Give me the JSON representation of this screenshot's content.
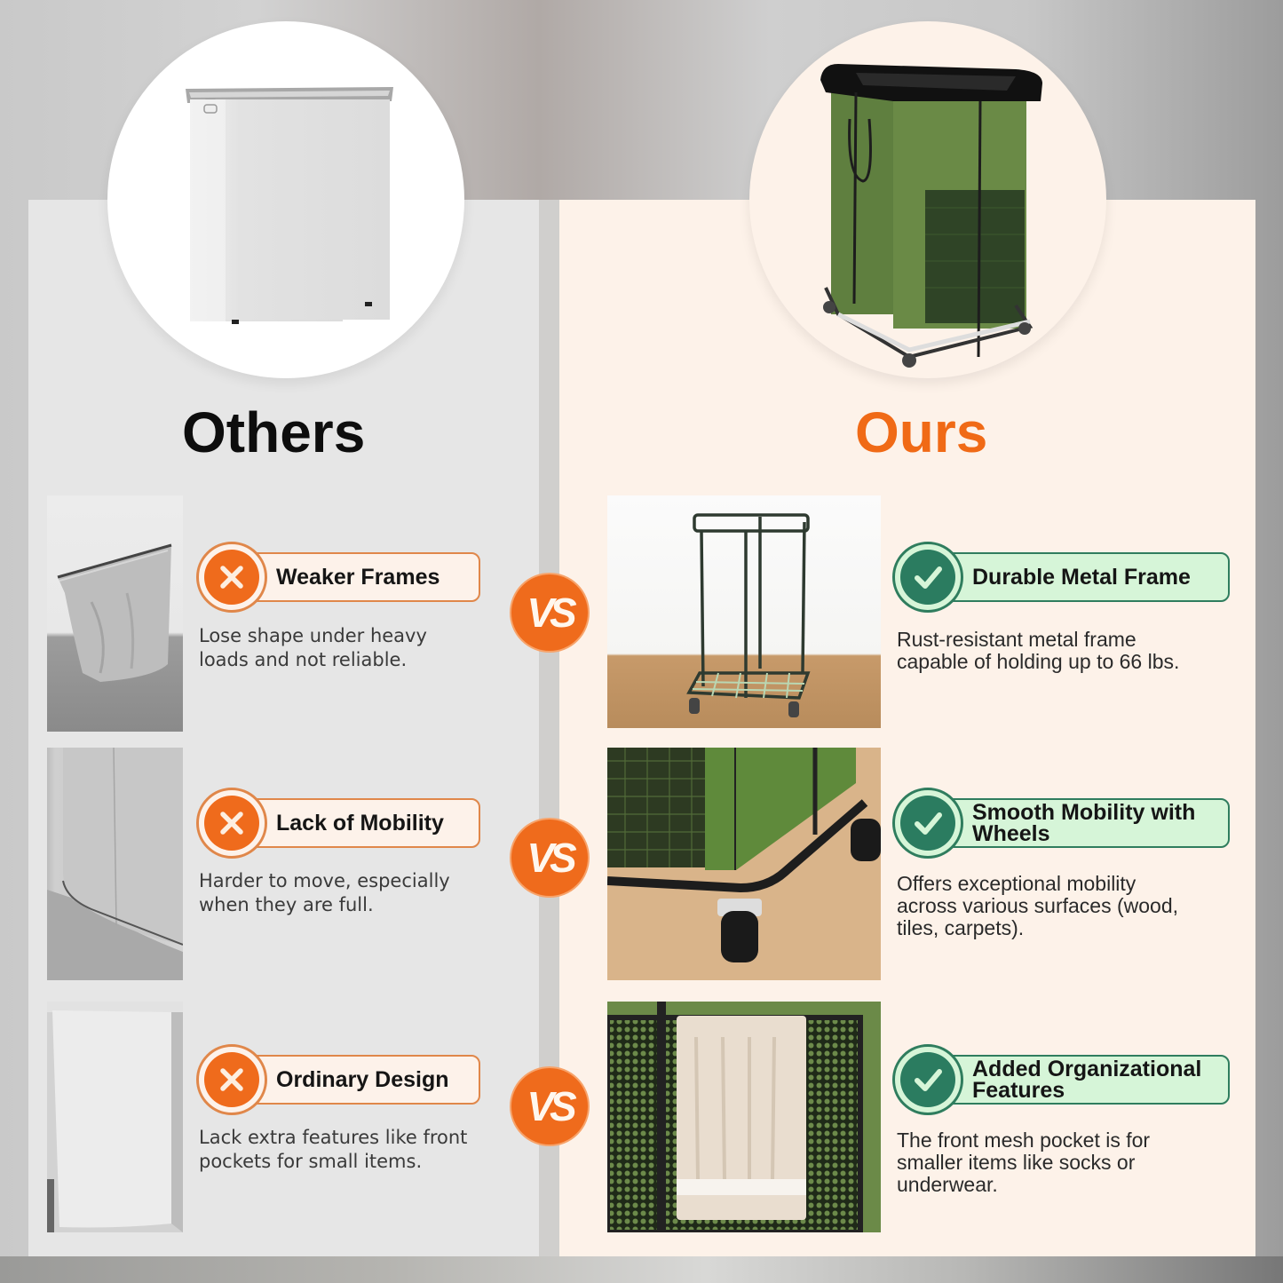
{
  "comparison": {
    "left": {
      "heading": "Others",
      "hero_image": "white-rectangular-hamper",
      "rows": [
        {
          "image": "collapsed-fabric-hamper-photo",
          "badge_icon": "x-icon",
          "title": "Weaker Frames",
          "description": "Lose shape under heavy loads and not reliable.",
          "desc_lines": [
            "Lose shape under heavy",
            "loads and not reliable."
          ]
        },
        {
          "image": "fabric-hamper-corner-photo",
          "badge_icon": "x-icon",
          "title": "Lack of Mobility",
          "description": "Harder to move, especially when they are full.",
          "desc_lines": [
            "Harder to move, especially",
            "when they are full."
          ]
        },
        {
          "image": "plain-white-hamper-photo",
          "badge_icon": "x-icon",
          "title": "Ordinary Design",
          "description": "Lack extra features like front pockets for small items.",
          "desc_lines": [
            "Lack extra features like front",
            "pockets for small items."
          ]
        }
      ]
    },
    "right": {
      "heading": "Ours",
      "hero_image": "green-hamper-on-wheeled-frame",
      "rows": [
        {
          "image": "metal-frame-on-wood-floor-photo",
          "badge_icon": "check-icon",
          "title": "Durable Metal Frame",
          "title_lines": [
            "Durable Metal Frame"
          ],
          "description": "Rust-resistant metal frame capable of holding up to 66 lbs.",
          "desc_lines": [
            "Rust-resistant metal frame",
            "capable of holding up to 66 lbs."
          ]
        },
        {
          "image": "caster-wheels-closeup-photo",
          "badge_icon": "check-icon",
          "title": "Smooth Mobility with Wheels",
          "title_lines": [
            "Smooth Mobility with",
            "Wheels"
          ],
          "description": "Offers exceptional mobility across various surfaces (wood, tiles, carpets).",
          "desc_lines": [
            "Offers exceptional mobility",
            "across various surfaces (wood,",
            "tiles, carpets)."
          ]
        },
        {
          "image": "mesh-pocket-with-towel-photo",
          "badge_icon": "check-icon",
          "title": "Added Organizational Features",
          "title_lines": [
            "Added Organizational",
            "Features"
          ],
          "description": "The front mesh pocket is for smaller items like socks or underwear.",
          "desc_lines": [
            "The front mesh pocket is for",
            "smaller items like socks or",
            "underwear."
          ]
        }
      ]
    },
    "vs_label": "VS"
  },
  "colors": {
    "accent_orange": "#ef6b1c",
    "accent_green": "#2b7c60",
    "pill_green": "#d6f5d8",
    "left_panel": "#e6e6e6",
    "right_panel": "#fdf2e9"
  }
}
